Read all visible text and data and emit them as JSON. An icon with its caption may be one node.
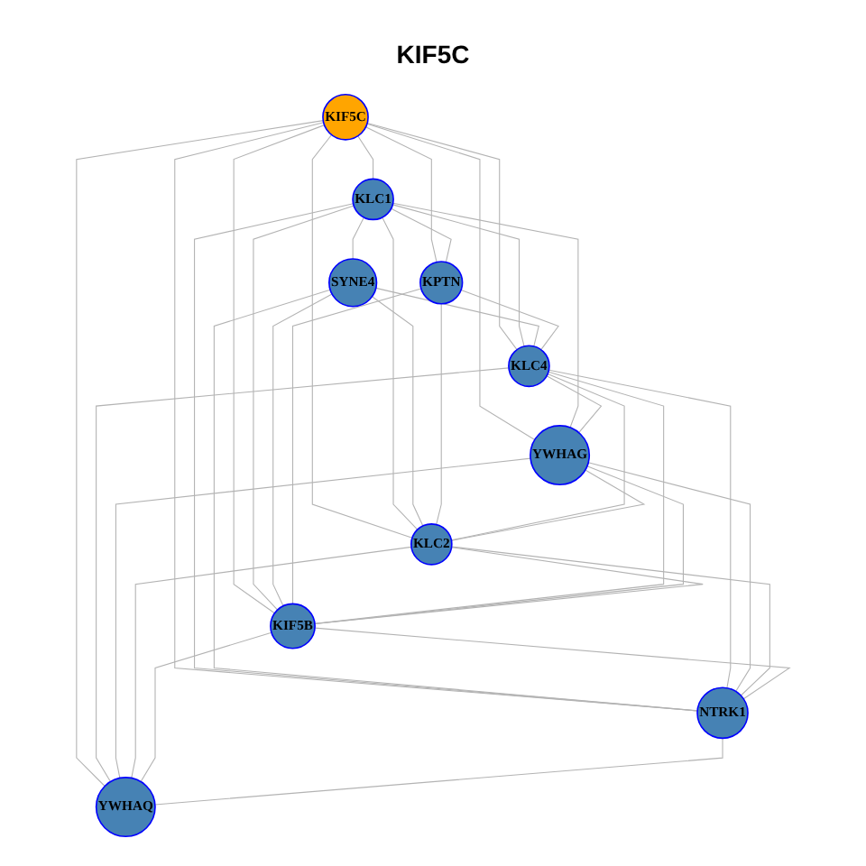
{
  "diagram": {
    "title": "KIF5C",
    "nodes": [
      {
        "text": [
          "SYNE4"
        ]
      },
      {
        "text": [
          "KLC1"
        ]
      },
      {
        "text": [
          "KPTN"
        ]
      },
      {
        "text": [
          "KIF5C"
        ]
      },
      {
        "text": [
          "KLC4"
        ]
      },
      {
        "text": [
          "YWHAG"
        ]
      },
      {
        "text": [
          "KIF5B"
        ]
      },
      {
        "text": [
          "KLC2"
        ]
      },
      {
        "text": [
          "NTRK1"
        ]
      },
      {
        "text": [
          "YWHAQ"
        ]
      }
    ],
    "edges": [
      {
        "from": 3,
        "to": 1,
        "arrow": "none"
      },
      {
        "from": 3,
        "to": 7,
        "arrow": "none"
      },
      {
        "from": 3,
        "to": 4,
        "arrow": "none"
      },
      {
        "from": 3,
        "to": 6,
        "arrow": "none"
      },
      {
        "from": 3,
        "to": 2,
        "arrow": "none"
      },
      {
        "from": 3,
        "to": 5,
        "arrow": "none"
      },
      {
        "from": 3,
        "to": 9,
        "arrow": "none"
      },
      {
        "from": 3,
        "to": 8,
        "arrow": "none"
      },
      {
        "from": 1,
        "to": 0,
        "arrow": "none"
      },
      {
        "from": 1,
        "to": 2,
        "arrow": "none"
      },
      {
        "from": 1,
        "to": 4,
        "arrow": "none"
      },
      {
        "from": 1,
        "to": 7,
        "arrow": "none"
      },
      {
        "from": 1,
        "to": 6,
        "arrow": "none"
      },
      {
        "from": 1,
        "to": 5,
        "arrow": "none"
      },
      {
        "from": 1,
        "to": 8,
        "arrow": "none"
      },
      {
        "from": 0,
        "to": 4,
        "arrow": "none"
      },
      {
        "from": 0,
        "to": 7,
        "arrow": "none"
      },
      {
        "from": 0,
        "to": 6,
        "arrow": "none"
      },
      {
        "from": 0,
        "to": 8,
        "arrow": "none"
      },
      {
        "from": 2,
        "to": 4,
        "arrow": "none"
      },
      {
        "from": 2,
        "to": 7,
        "arrow": "none"
      },
      {
        "from": 2,
        "to": 6,
        "arrow": "none"
      },
      {
        "from": 4,
        "to": 7,
        "arrow": "none"
      },
      {
        "from": 4,
        "to": 6,
        "arrow": "none"
      },
      {
        "from": 4,
        "to": 5,
        "arrow": "none"
      },
      {
        "from": 4,
        "to": 8,
        "arrow": "none"
      },
      {
        "from": 4,
        "to": 9,
        "arrow": "none"
      },
      {
        "from": 5,
        "to": 6,
        "arrow": "none"
      },
      {
        "from": 5,
        "to": 7,
        "arrow": "none"
      },
      {
        "from": 5,
        "to": 8,
        "arrow": "none"
      },
      {
        "from": 5,
        "to": 9,
        "arrow": "none"
      },
      {
        "from": 7,
        "to": 8,
        "arrow": "none"
      },
      {
        "from": 7,
        "to": 6,
        "arrow": "none"
      },
      {
        "from": 7,
        "to": 9,
        "arrow": "none"
      },
      {
        "from": 6,
        "to": 9,
        "arrow": "none"
      },
      {
        "from": 6,
        "to": 8,
        "arrow": "none"
      },
      {
        "from": 8,
        "to": 9,
        "arrow": "none"
      }
    ]
  }
}
